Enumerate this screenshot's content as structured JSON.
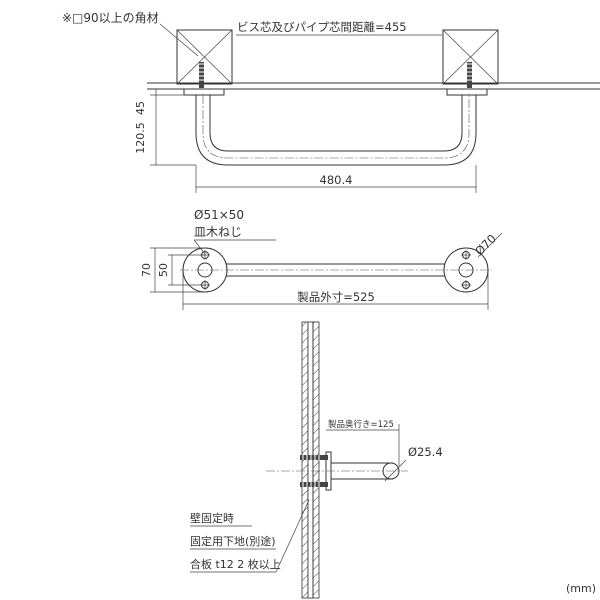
{
  "notes": {
    "square_timber": "※□90以上の角材",
    "pitch": "ビス芯及びパイプ芯間距離=455",
    "screw": "Ø51×50",
    "screw_type": "皿木ねじ",
    "fixing_title": "壁固定時",
    "fixing_base": "固定用下地(別途)",
    "plywood": "合板 t12 2 枚以上",
    "units": "(mm)"
  },
  "dimensions": {
    "top_offset": "45",
    "height": "120.5",
    "width": "480.4",
    "flange_outer": "70",
    "flange_holes": "50",
    "flange_dia": "Ø70",
    "overall_length": "製品外寸=525",
    "projection": "製品奥行き=125",
    "pipe_dia": "Ø25.4"
  }
}
